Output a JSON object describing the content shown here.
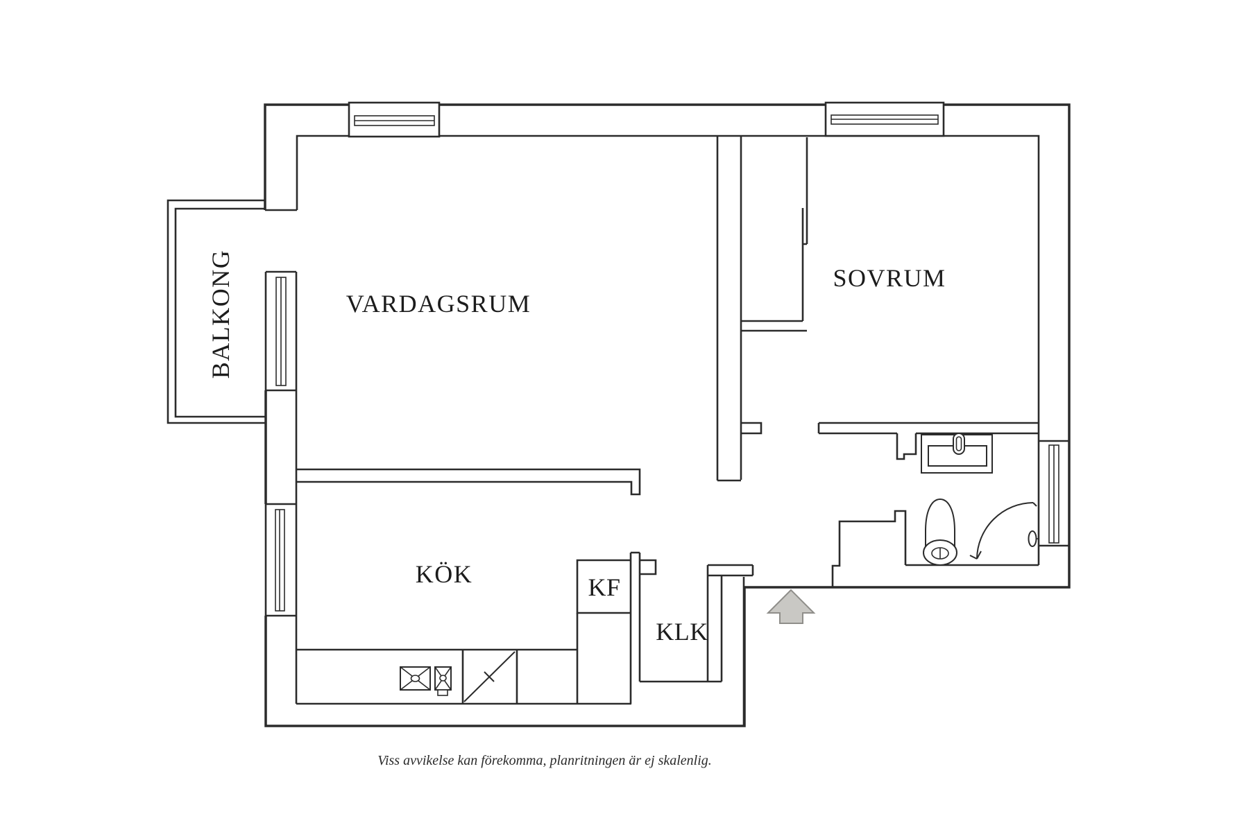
{
  "floor_plan": {
    "rooms": {
      "living_room": "VARDAGSRUM",
      "bedroom": "SOVRUM",
      "kitchen": "KÖK",
      "fridge_freezer": "KF",
      "walk_in_closet": "KLK",
      "balcony": "BALKONG"
    },
    "disclaimer": "Viss avvikelse kan förekomma, planritningen är ej skalenlig.",
    "colors": {
      "line": "#2b2b2b",
      "label": "#1c1c1c",
      "arrow_fill": "#c9c8c4",
      "arrow_stroke": "#8f8e8a",
      "background": "#ffffff"
    }
  }
}
